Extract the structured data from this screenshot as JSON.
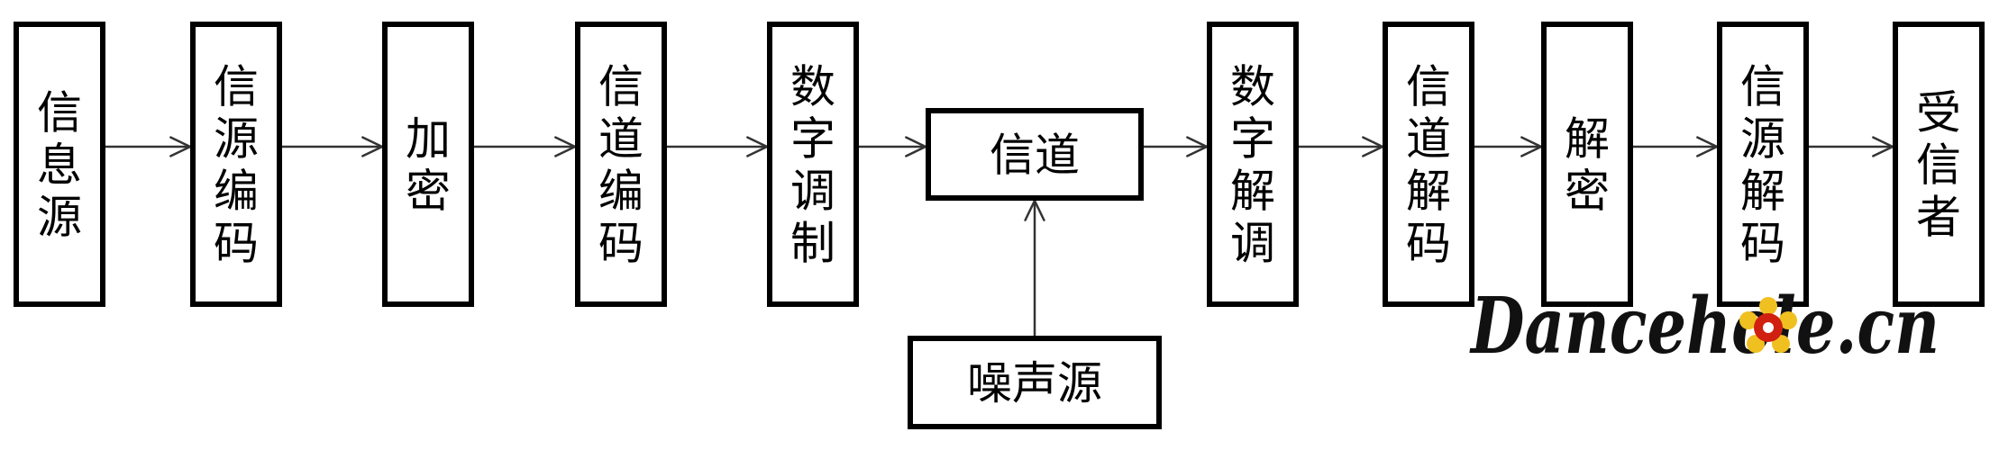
{
  "diagram": {
    "nodes": [
      {
        "id": "info-source",
        "label": "信息源",
        "orientation": "vertical"
      },
      {
        "id": "source-encoding",
        "label": "信源编码",
        "orientation": "vertical"
      },
      {
        "id": "encryption",
        "label": "加密",
        "orientation": "vertical"
      },
      {
        "id": "channel-encoding",
        "label": "信道编码",
        "orientation": "vertical"
      },
      {
        "id": "digital-modulation",
        "label": "数字调制",
        "orientation": "vertical"
      },
      {
        "id": "channel",
        "label": "信道",
        "orientation": "horizontal"
      },
      {
        "id": "digital-demodulation",
        "label": "数字解调",
        "orientation": "vertical"
      },
      {
        "id": "channel-decoding",
        "label": "信道解码",
        "orientation": "vertical"
      },
      {
        "id": "decryption",
        "label": "解密",
        "orientation": "vertical"
      },
      {
        "id": "source-decoding",
        "label": "信源解码",
        "orientation": "vertical"
      },
      {
        "id": "receiver",
        "label": "受信者",
        "orientation": "vertical"
      },
      {
        "id": "noise-source",
        "label": "噪声源",
        "orientation": "horizontal"
      }
    ],
    "edges": [
      {
        "from": "info-source",
        "to": "source-encoding"
      },
      {
        "from": "source-encoding",
        "to": "encryption"
      },
      {
        "from": "encryption",
        "to": "channel-encoding"
      },
      {
        "from": "channel-encoding",
        "to": "digital-modulation"
      },
      {
        "from": "digital-modulation",
        "to": "channel"
      },
      {
        "from": "channel",
        "to": "digital-demodulation"
      },
      {
        "from": "digital-demodulation",
        "to": "channel-decoding"
      },
      {
        "from": "channel-decoding",
        "to": "decryption"
      },
      {
        "from": "decryption",
        "to": "source-decoding"
      },
      {
        "from": "source-decoding",
        "to": "receiver"
      },
      {
        "from": "noise-source",
        "to": "channel"
      }
    ]
  },
  "watermark": {
    "text": "Dancehole.cn",
    "icon": "flower-icon"
  },
  "colors": {
    "stroke": "#000000",
    "arrow": "#333333",
    "background": "#ffffff"
  }
}
